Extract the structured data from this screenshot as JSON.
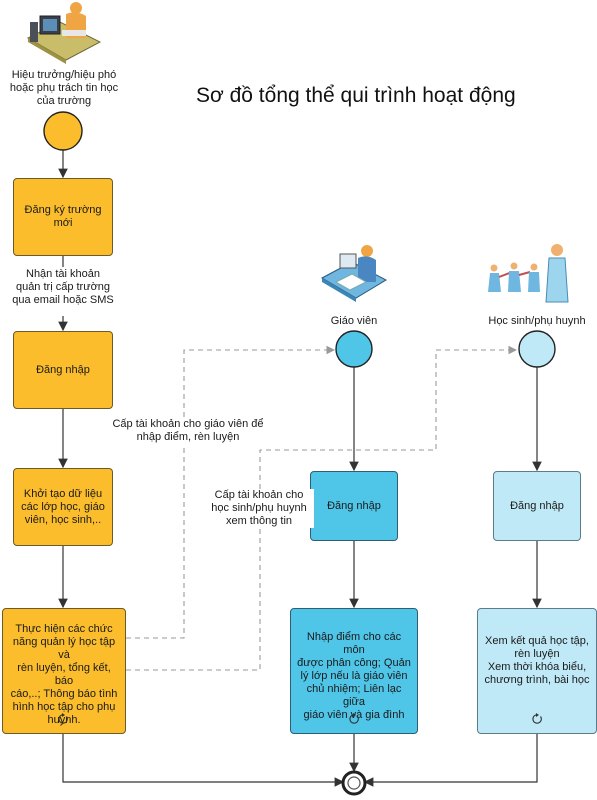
{
  "title": "Sơ đồ tổng thể qui trình hoạt động",
  "actors": {
    "principal": "Hiệu trưởng/hiệu phó\nhoặc phụ trách tin học\ncủa trường",
    "teacher": "Giáo viên",
    "student_parent": "Học sinh/phụ huynh"
  },
  "school_lane": {
    "register": "Đăng ký trường\nmới",
    "account_note": "Nhận tài khoản\nquản trị cấp trường\nqua email hoặc SMS",
    "login": "Đăng nhập",
    "init_data": "Khởi tạo dữ liệu\ncác lớp học, giáo\nviên, học sinh,..",
    "manage": "Thực hiện các chức\nnăng quản lý học tập và\nrèn luyện, tổng kết, báo\ncáo,..; Thông báo tình\nhình học tập cho phụ\nhuynh."
  },
  "teacher_lane": {
    "grant_note": "Cấp tài khoản cho giáo viên để\nnhập điểm, rèn luyện",
    "login": "Đăng nhập",
    "tasks": "Nhập điểm cho các môn\nđược phân công; Quản\nlý lớp nếu là giáo viên\nchủ nhiệm; Liên lạc giữa\ngiáo viên và gia đình"
  },
  "student_lane": {
    "grant_note": "Cấp tài khoản cho\nhọc sinh/phụ huynh\nxem thông tin",
    "login": "Đăng nhập",
    "tasks": "Xem kết quả học tập,\nrèn luyện\nXem thời khóa biểu,\nchương trình, bài học"
  },
  "colors": {
    "orange": "#fbbd2b",
    "blue": "#4fc5e8",
    "light_blue": "#bfe9f7",
    "line": "#333333",
    "dashed": "#9a9a9a"
  }
}
